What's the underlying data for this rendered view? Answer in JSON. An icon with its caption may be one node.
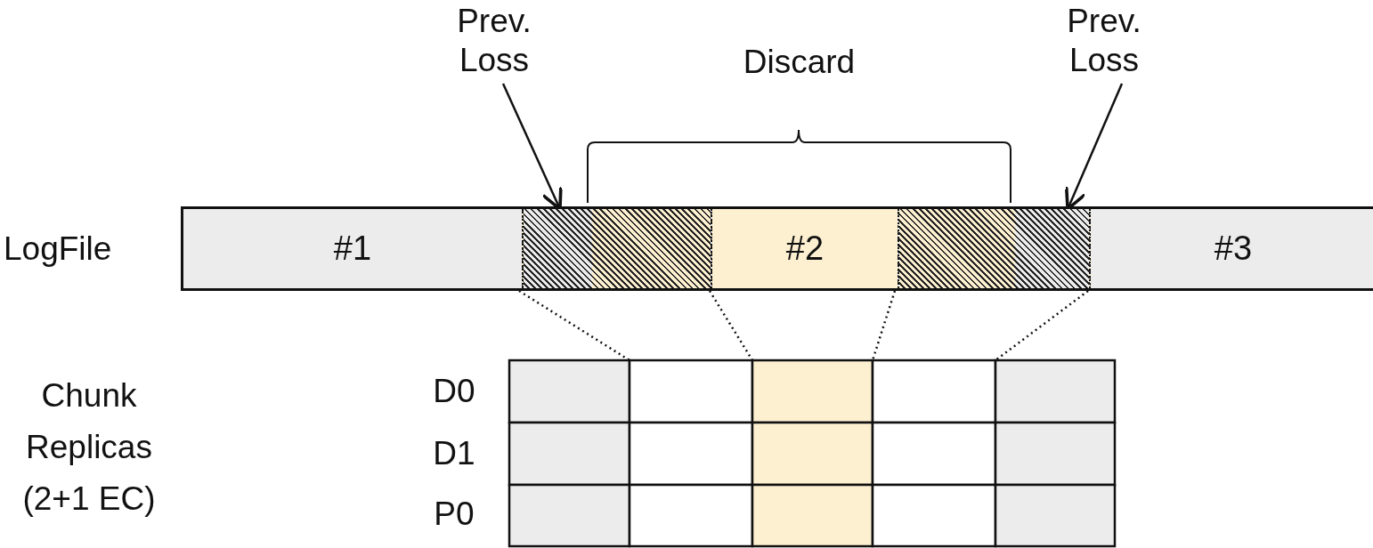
{
  "diagram": {
    "nodes": [
      {
        "text": [
          "LogFile"
        ]
      },
      {
        "text": [
          "#1"
        ],
        "in": 0
      },
      {
        "text": [],
        "shape": "box",
        "in": 0
      },
      {
        "text": [
          "#2"
        ],
        "in": 0
      },
      {
        "text": [],
        "shape": "box",
        "in": 0
      },
      {
        "text": [
          "#3"
        ],
        "in": 0
      },
      {
        "text": [
          "Prev. Loss"
        ]
      },
      {
        "text": [
          "Prev. Loss"
        ]
      }
    ],
    "edges": [
      {
        "from": 6,
        "to": 2,
        "arrow": "to"
      },
      {
        "from": 7,
        "to": 4,
        "arrow": "to"
      }
    ],
    "labels": [
      "Discard",
      "Chunk Replicas (2+1 EC)",
      "D0",
      "D1",
      "P0"
    ]
  }
}
